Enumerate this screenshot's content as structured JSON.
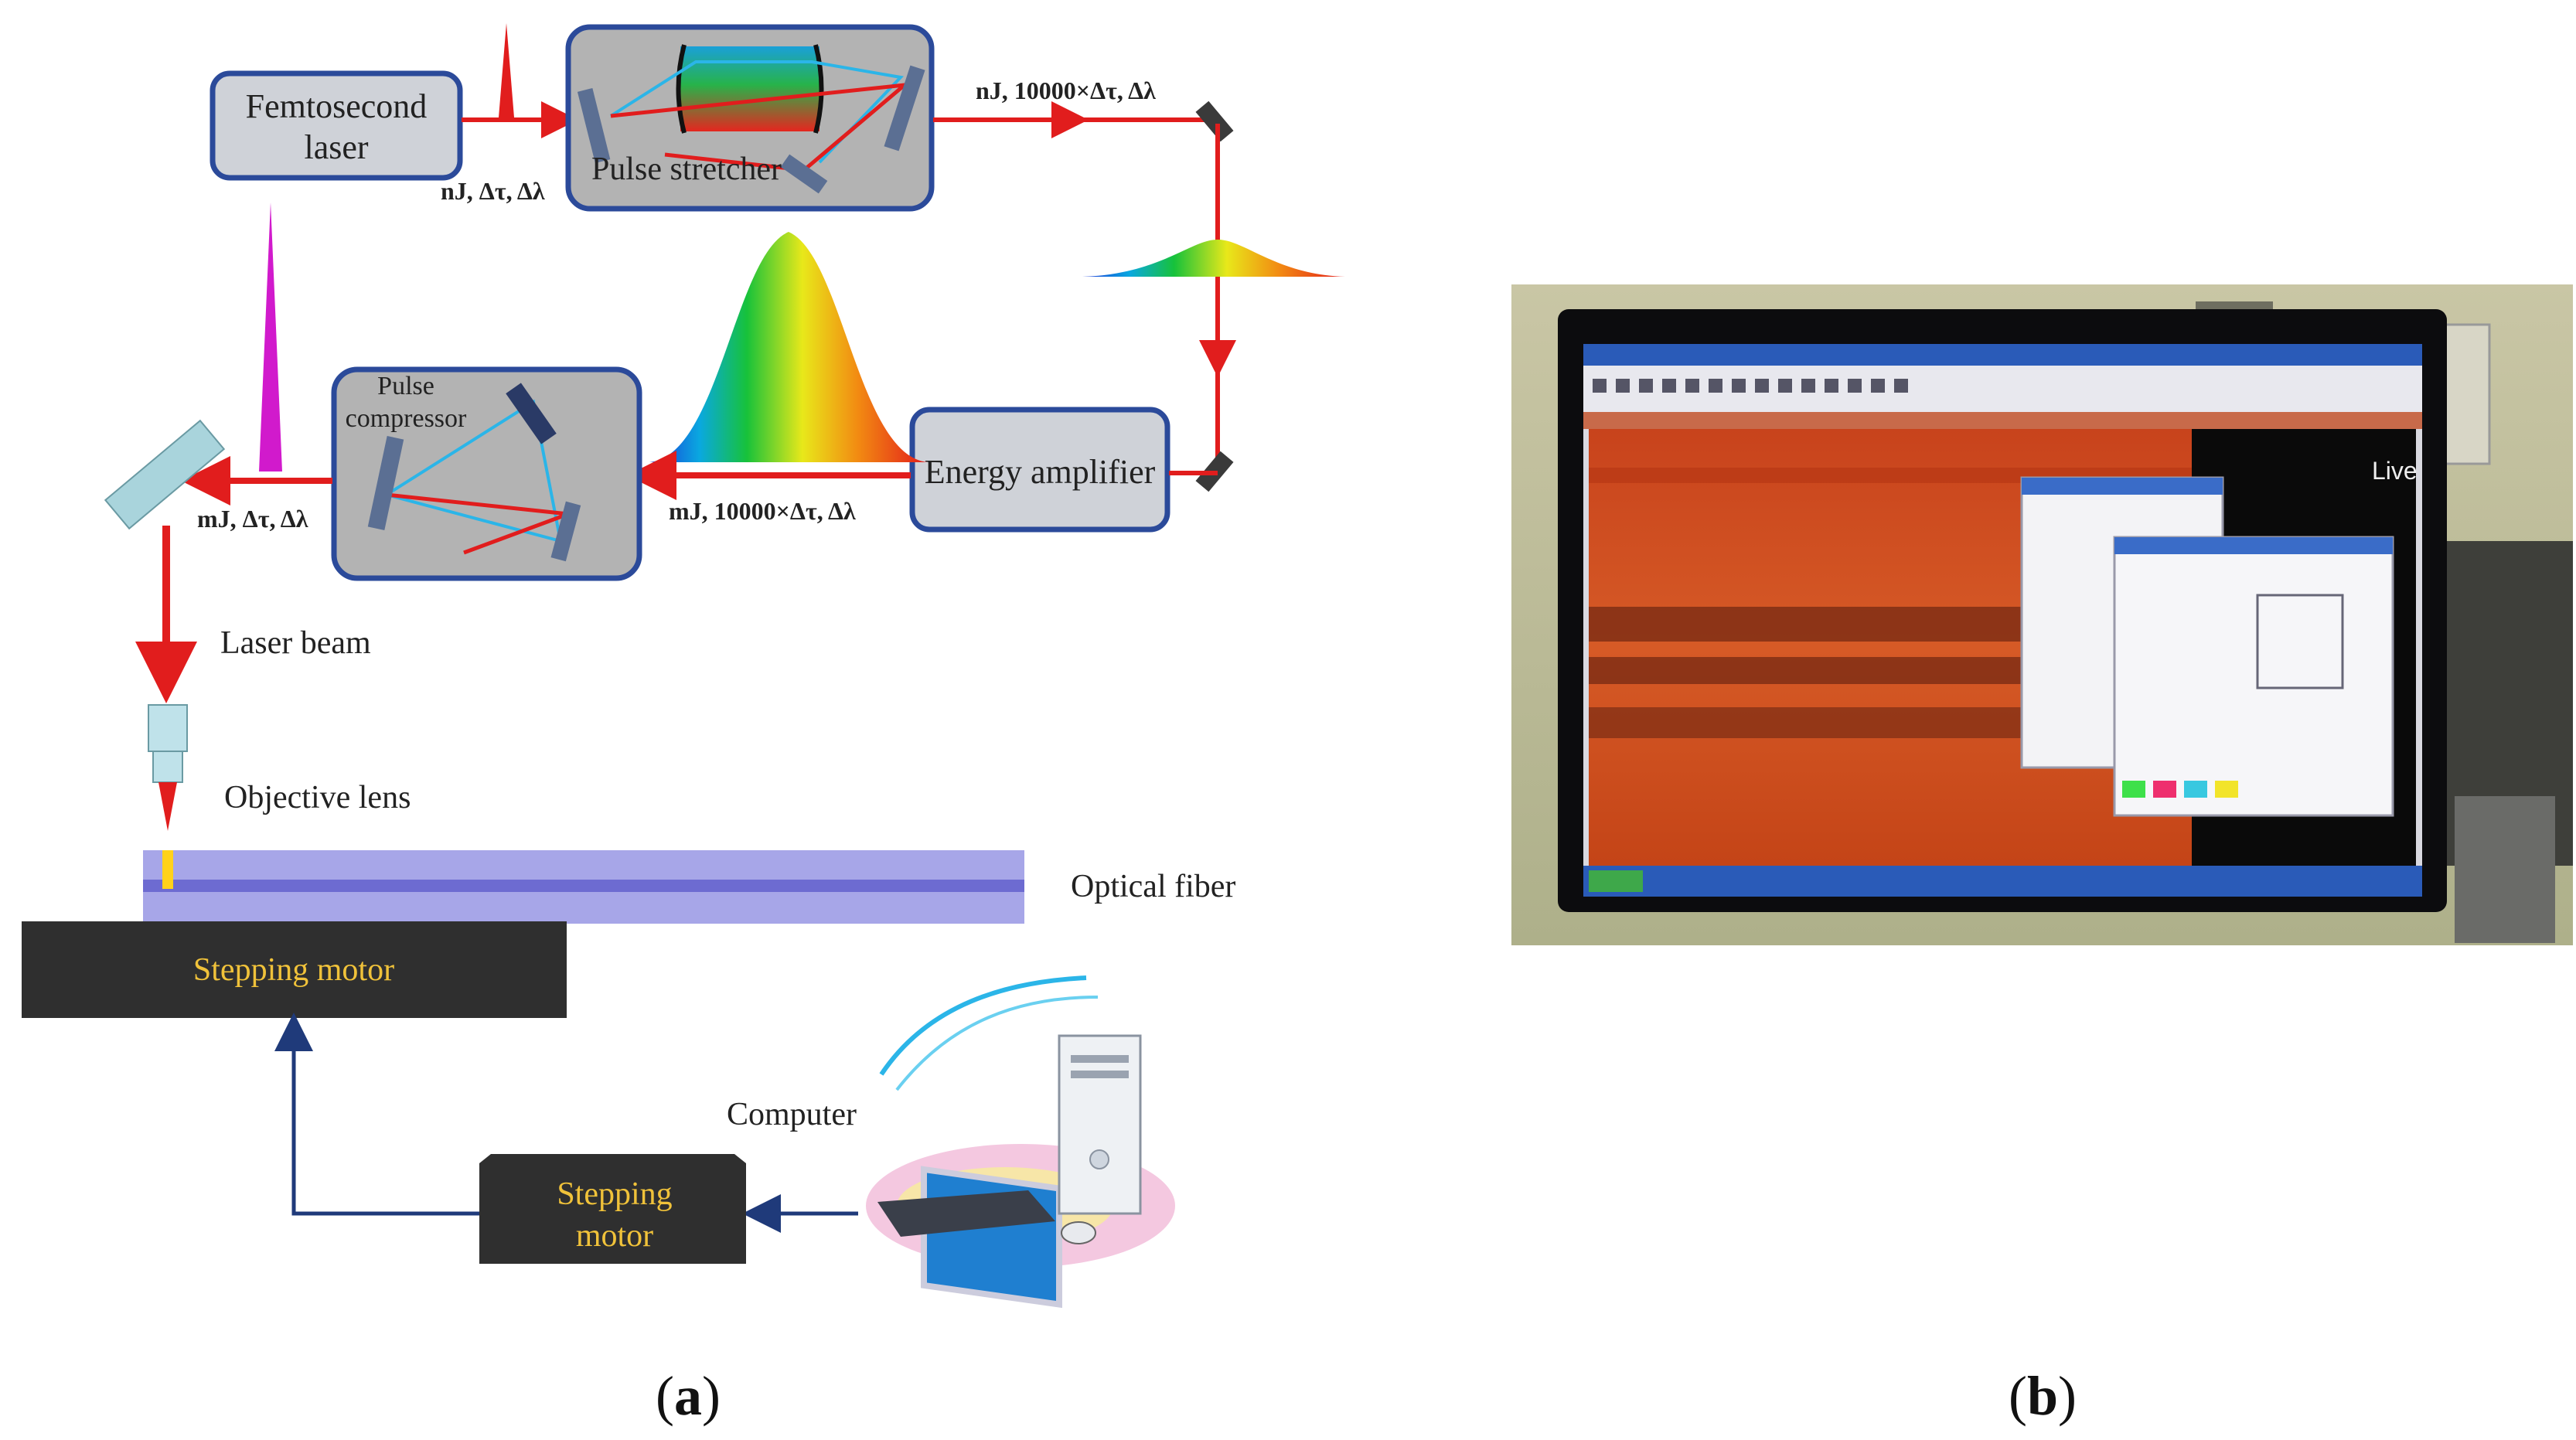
{
  "panel_a": {
    "femtosecond_laser": [
      "Femtosecond",
      "laser"
    ],
    "pulse_stretcher": "Pulse stretcher",
    "pulse_compressor": [
      "Pulse",
      "compressor"
    ],
    "energy_amplifier": "Energy amplifier",
    "param_input": "nJ, Δτ, Δλ",
    "param_stretched": "nJ, 10000×Δτ, Δλ",
    "param_amplified": "mJ, 10000×Δτ, Δλ",
    "param_output": "mJ, Δτ, Δλ",
    "laser_beam": "Laser beam",
    "objective_lens": "Objective lens",
    "optical_fiber": "Optical fiber",
    "stepping_motor_stage": "Stepping motor",
    "stepping_motor_controller": [
      "Stepping",
      "motor"
    ],
    "computer": "Computer"
  },
  "panel_b": {
    "live_label": "Live"
  },
  "captions": {
    "a_open": "(",
    "a_letter": "a",
    "a_close": ")",
    "b_open": "(",
    "b_letter": "b",
    "b_close": ")"
  },
  "colors": {
    "beam_red": "#e11d1d",
    "box_fill": "#b3b3b3",
    "box_border": "#2b4a9a",
    "fiber_purple": "#a7a6e8",
    "motor_dark": "#2f2f2f",
    "motor_text": "#f0c23a",
    "arrow_navy": "#1f3a7a"
  }
}
